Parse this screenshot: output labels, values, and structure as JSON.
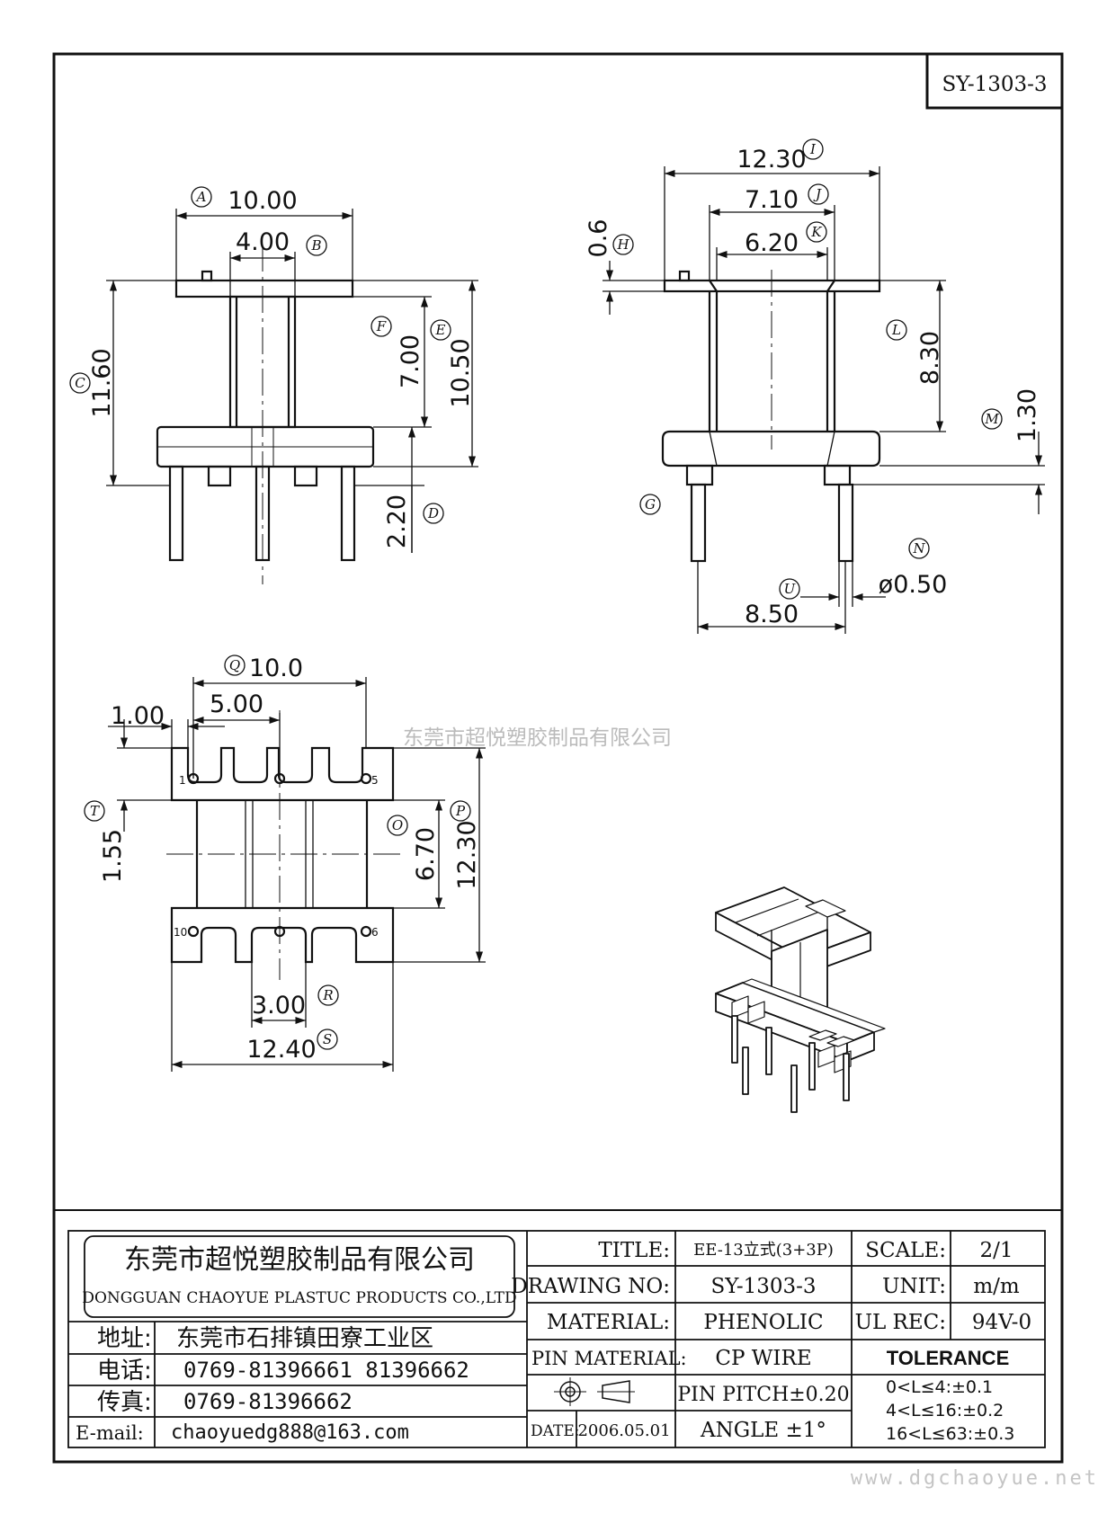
{
  "drawing_number_box": "SY-1303-3",
  "watermark": "东莞市超悦塑胶制品有限公司",
  "site_watermark": "www.dgchaoyue.net",
  "front_view": {
    "dims": [
      {
        "id": "A",
        "value": "10.00"
      },
      {
        "id": "B",
        "value": "4.00"
      },
      {
        "id": "C",
        "value": "11.60"
      },
      {
        "id": "D",
        "value": "2.20"
      },
      {
        "id": "E",
        "value": "10.50"
      },
      {
        "id": "F",
        "value": "7.00"
      }
    ]
  },
  "side_view": {
    "dims": [
      {
        "id": "I",
        "value": "12.30"
      },
      {
        "id": "J",
        "value": "7.10"
      },
      {
        "id": "K",
        "value": "6.20"
      },
      {
        "id": "H",
        "value": "0.6"
      },
      {
        "id": "L",
        "value": "8.30"
      },
      {
        "id": "M",
        "value": "1.30"
      },
      {
        "id": "G",
        "value": ""
      },
      {
        "id": "N",
        "value": "ø0.50"
      },
      {
        "id": "U",
        "value": "8.50"
      }
    ]
  },
  "bottom_view": {
    "dims": [
      {
        "id": "Q",
        "value": "10.0"
      },
      {
        "id": "",
        "value": "5.00"
      },
      {
        "id": "",
        "value": "1.00"
      },
      {
        "id": "T",
        "value": "1.55"
      },
      {
        "id": "O",
        "value": "6.70"
      },
      {
        "id": "P",
        "value": "12.30"
      },
      {
        "id": "R",
        "value": "3.00"
      },
      {
        "id": "S",
        "value": "12.40"
      }
    ],
    "pin_labels": [
      "1",
      "5",
      "10",
      "6"
    ]
  },
  "title_block": {
    "company_cn": "东莞市超悦塑胶制品有限公司",
    "company_en": "DONGGUAN CHAOYUE PLASTUC PRODUCTS CO.,LTD",
    "address_label": "地址:",
    "address": "东莞市石排镇田寮工业区",
    "phone_label": "电话:",
    "phone": "0769-81396661   81396662",
    "fax_label": "传真:",
    "fax": "0769-81396662",
    "email_label": "E-mail:",
    "email": "chaoyuedg888@163.com",
    "title_label": "TITLE:",
    "title": "EE-13立式(3+3P)",
    "drawing_no_label": "DRAWING NO:",
    "drawing_no": "SY-1303-3",
    "material_label": "MATERIAL:",
    "material": "PHENOLIC",
    "pin_material_label": "PIN MATERIAL:",
    "pin_material": "CP WIRE",
    "date_label": "DATE:",
    "date": "2006.05.01",
    "pin_pitch": "PIN PITCH±0.20",
    "angle": "ANGLE  ±1°",
    "scale_label": "SCALE:",
    "scale": "2/1",
    "unit_label": "UNIT:",
    "unit": "m/m",
    "ul_label": "UL REC:",
    "ul": "94V-0",
    "tolerance_label": "TOLERANCE",
    "tolerances": [
      "0<L≤4:±0.1",
      "4<L≤16:±0.2",
      "16<L≤63:±0.3"
    ]
  }
}
